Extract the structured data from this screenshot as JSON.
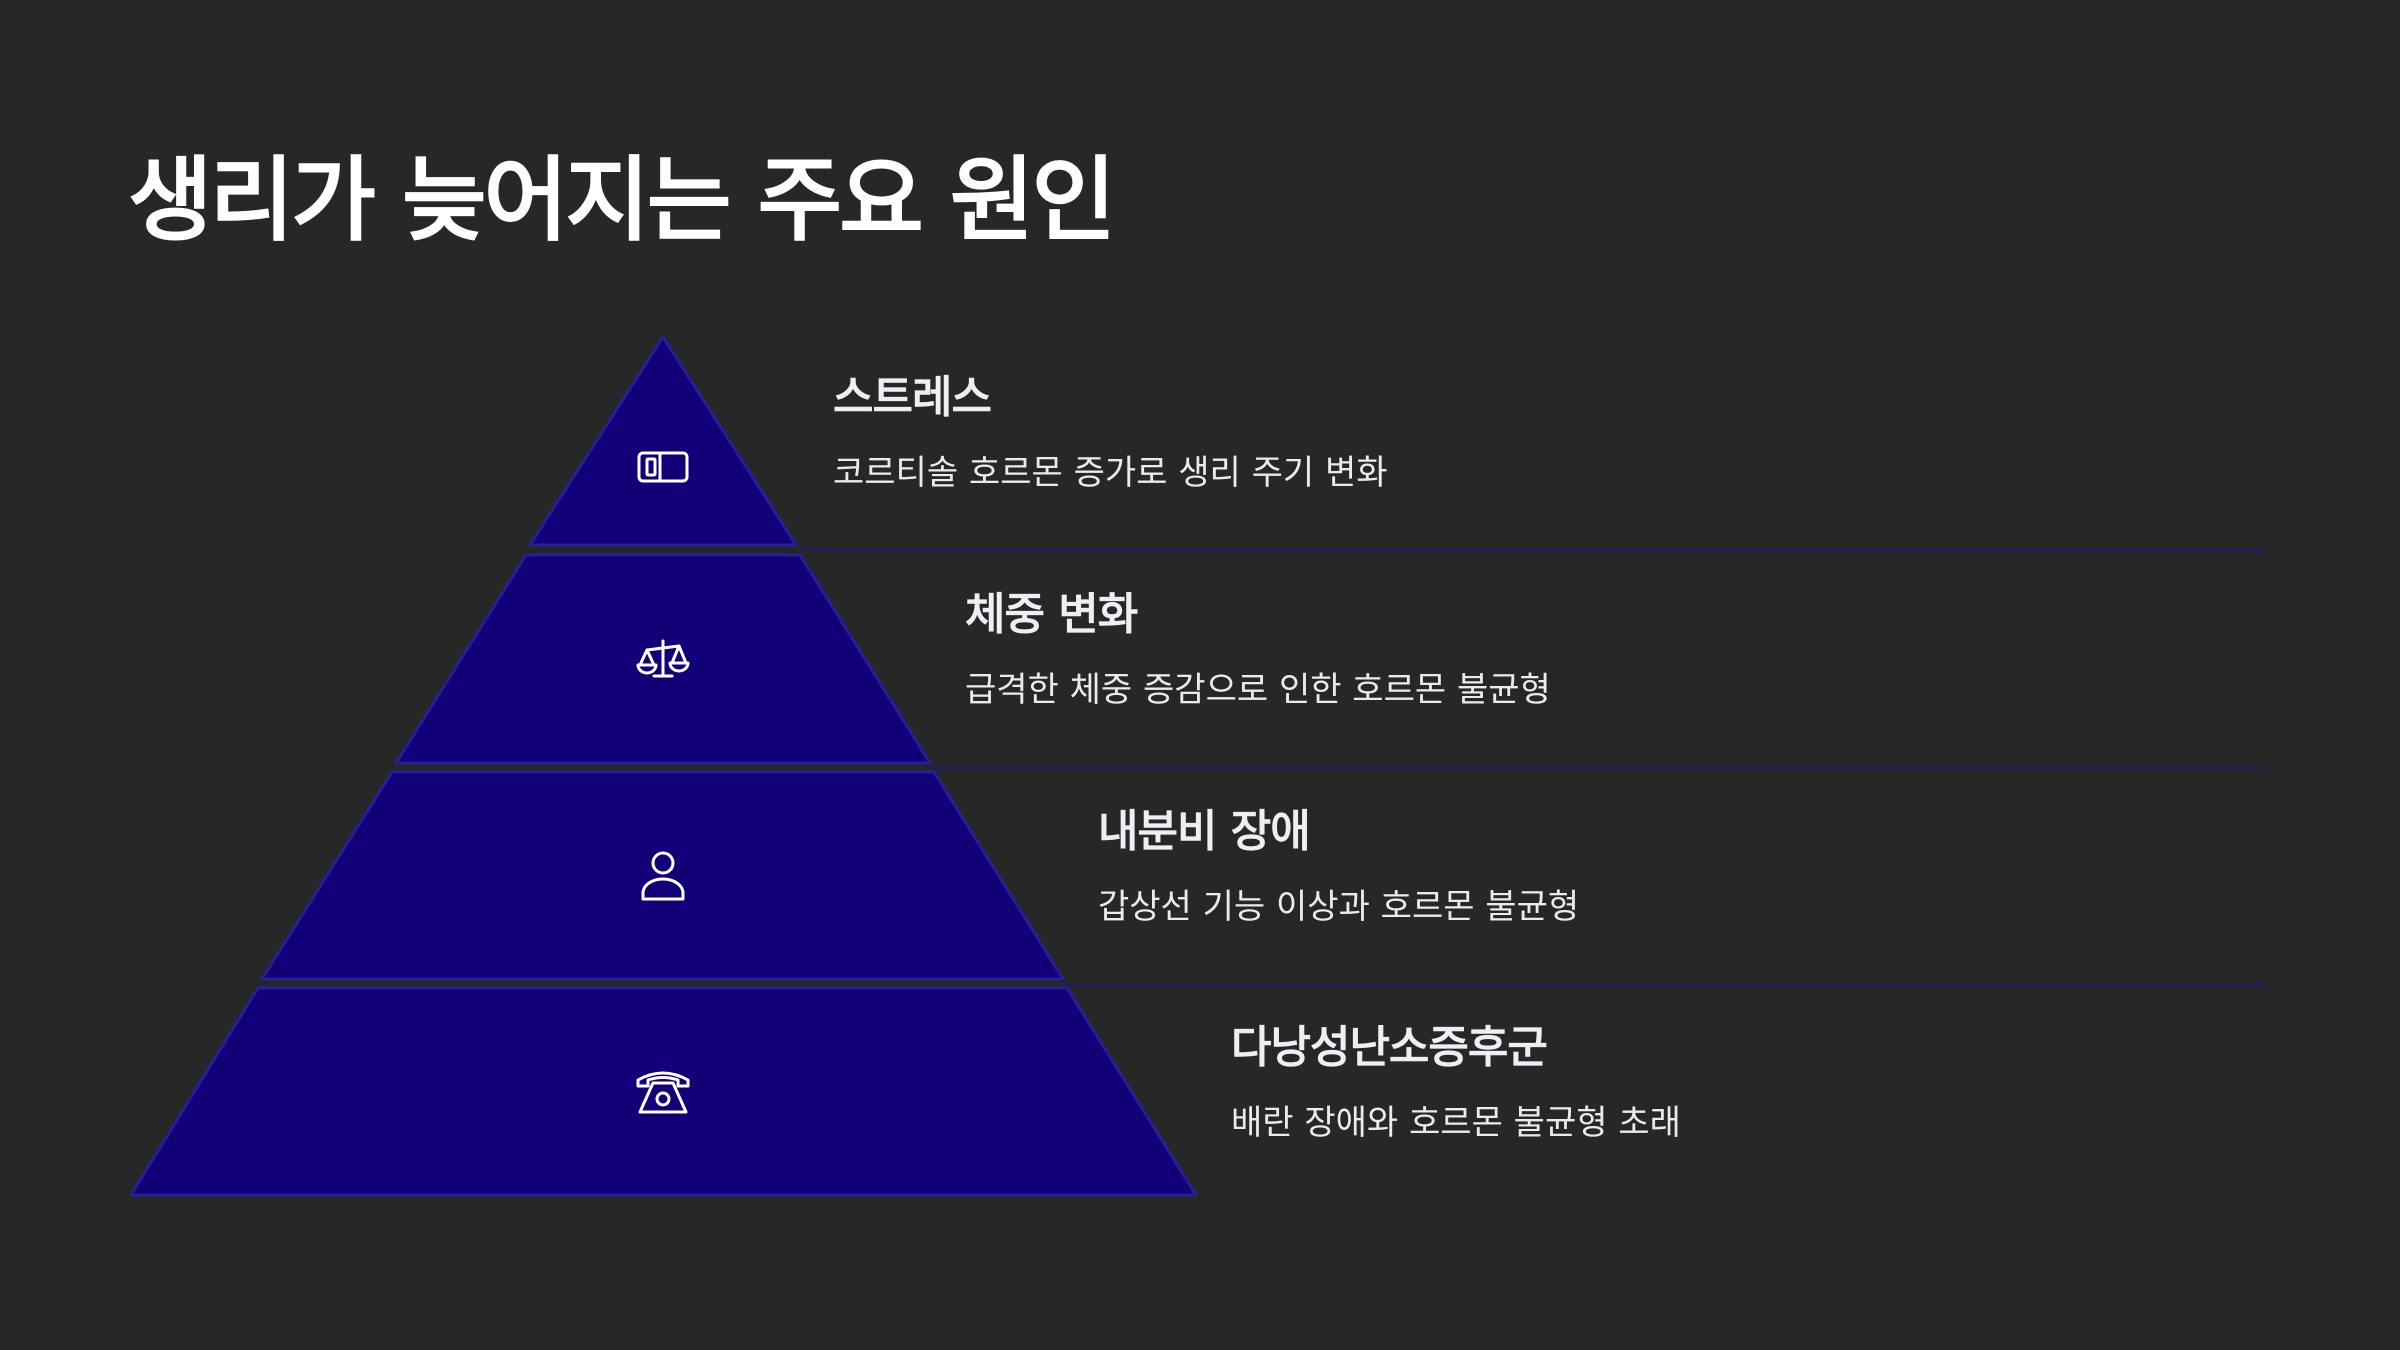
{
  "title": "생리가 늦어지는 주요 원인",
  "colors": {
    "background": "#282728",
    "tier_fill": "#120078",
    "tier_stroke": "#25209a",
    "icon_stroke": "#ffffff",
    "divider": "#1f1a6b"
  },
  "tiers": [
    {
      "heading": "스트레스",
      "description": "코르티솔 호르몬 증가로 생리 주기 변화",
      "icon": "ticket-icon"
    },
    {
      "heading": "체중 변화",
      "description": "급격한 체중 증감으로 인한 호르몬 불균형",
      "icon": "scale-icon"
    },
    {
      "heading": "내분비 장애",
      "description": "갑상선 기능 이상과 호르몬 불균형",
      "icon": "user-icon"
    },
    {
      "heading": "다낭성난소증후군",
      "description": "배란 장애와 호르몬 불균형 초래",
      "icon": "phone-icon"
    }
  ]
}
